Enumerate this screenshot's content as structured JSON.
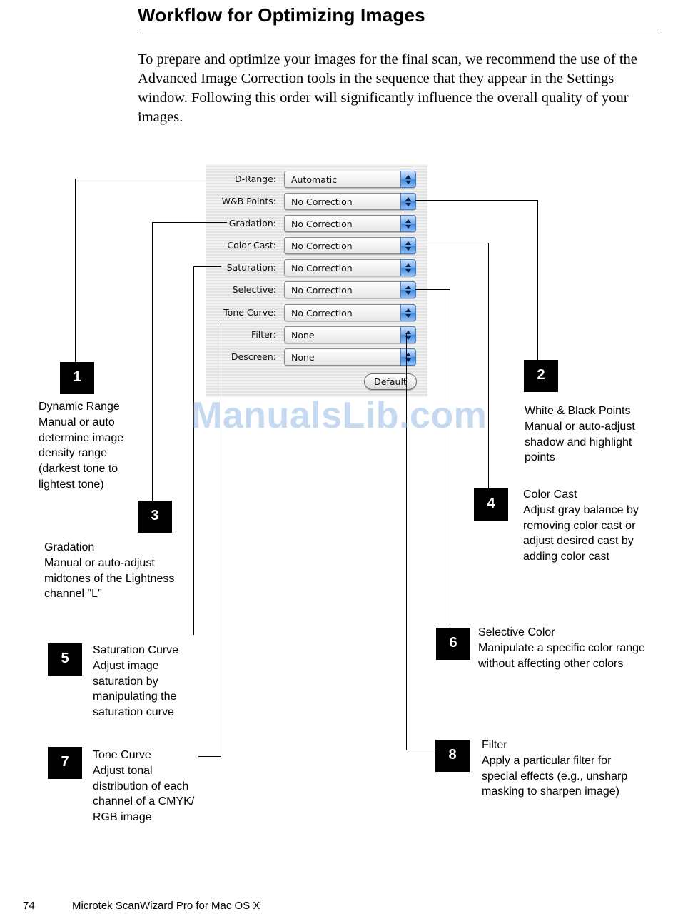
{
  "title": "Workflow for Optimizing Images",
  "intro": "To prepare and optimize your images for the final scan, we recommend the use of the Advanced Image Correction tools in the sequence that they appear in the Settings window. Following this order will significantly influence the overall quality of your images.",
  "settings": {
    "rows": [
      {
        "label": "D-Range:",
        "value": "Automatic"
      },
      {
        "label": "W&B Points:",
        "value": "No Correction"
      },
      {
        "label": "Gradation:",
        "value": "No Correction"
      },
      {
        "label": "Color Cast:",
        "value": "No Correction"
      },
      {
        "label": "Saturation:",
        "value": "No Correction"
      },
      {
        "label": "Selective:",
        "value": "No Correction"
      },
      {
        "label": "Tone Curve:",
        "value": "No Correction"
      },
      {
        "label": "Filter:",
        "value": "None"
      },
      {
        "label": "Descreen:",
        "value": "None"
      }
    ],
    "default_label": "Default"
  },
  "callouts": [
    {
      "number": "1",
      "title": "Dynamic Range",
      "desc": "Manual or auto determine image density range (darkest tone to lightest tone)"
    },
    {
      "number": "2",
      "title": "White & Black Points",
      "desc": "Manual or auto-adjust shadow and highlight points"
    },
    {
      "number": "3",
      "title": "Gradation",
      "desc": "Manual or auto-adjust midtones of the Lightness channel \"L\""
    },
    {
      "number": "4",
      "title": "Color Cast",
      "desc": "Adjust gray balance by removing color cast or adjust desired cast by adding color cast"
    },
    {
      "number": "5",
      "title": "Saturation Curve",
      "desc": "Adjust image saturation by manipulating the saturation curve"
    },
    {
      "number": "6",
      "title": "Selective Color",
      "desc": "Manipulate a specific color range without affecting other colors"
    },
    {
      "number": "7",
      "title": "Tone Curve",
      "desc": "Adjust tonal distribution of each channel of a CMYK/ RGB image"
    },
    {
      "number": "8",
      "title": "Filter",
      "desc": "Apply a particular filter for special effects (e.g., unsharp masking to sharpen image)"
    }
  ],
  "watermark": "ManualsLib.com",
  "footer": {
    "page_number": "74",
    "text": "Microtek ScanWizard Pro for Mac OS X"
  }
}
